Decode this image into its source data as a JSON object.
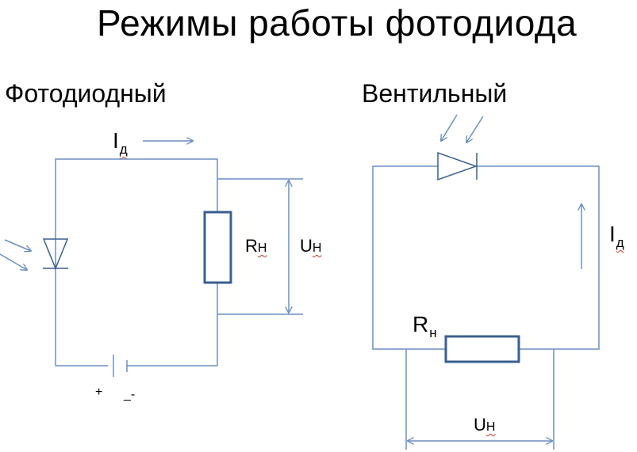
{
  "title": "Режимы работы фотодиода",
  "left": {
    "heading": "Фотодиодный",
    "current": {
      "letter": "I",
      "sub": "д"
    },
    "resistor": {
      "letter": "R",
      "sub": "Н"
    },
    "voltage": {
      "letter": "U",
      "sub": "Н"
    },
    "plus": "+",
    "minus": "_-"
  },
  "right": {
    "heading": "Вентильный",
    "current": {
      "letter": "I",
      "sub": "д"
    },
    "resistor": {
      "letter": "R",
      "sub": "н"
    },
    "voltage": {
      "letter": "U",
      "sub": "Н"
    }
  },
  "colors": {
    "wire": "#6b8fc2",
    "component": "#3a5f8f"
  }
}
